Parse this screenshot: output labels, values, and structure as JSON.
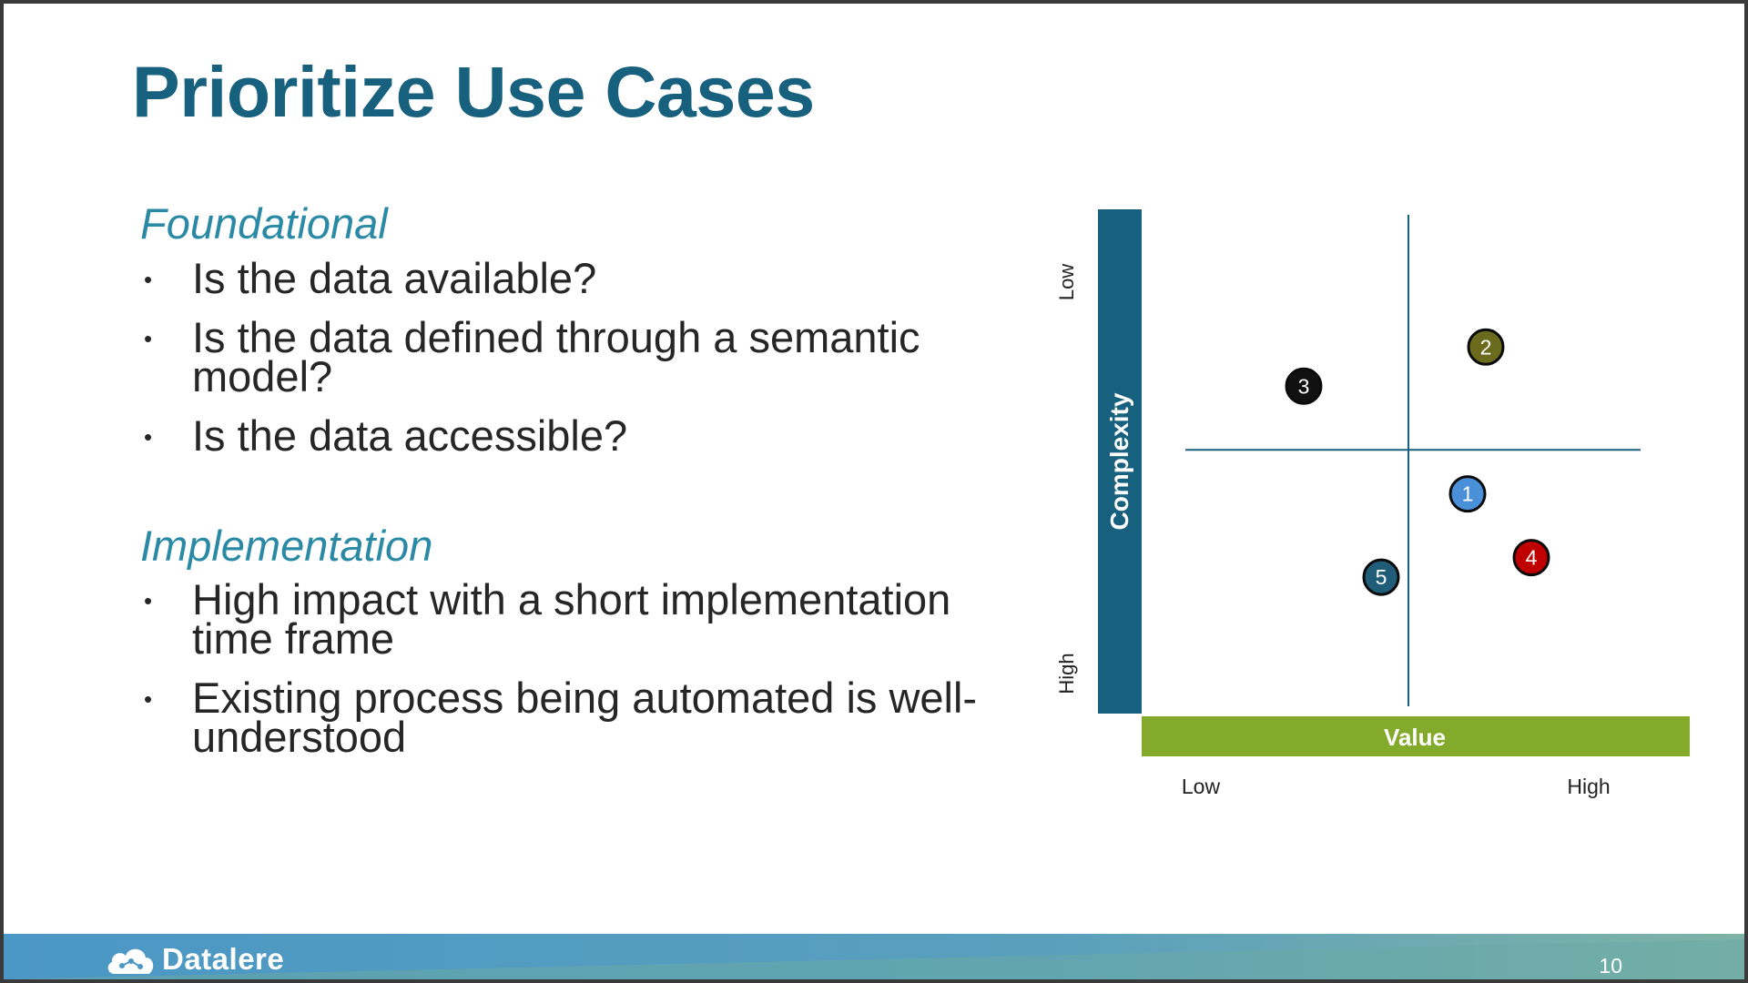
{
  "slide": {
    "title": "Prioritize Use Cases",
    "sections": [
      {
        "heading": "Foundational",
        "bullets": [
          "Is the data available?",
          "Is the data defined through a semantic model?",
          "Is the data accessible?"
        ]
      },
      {
        "heading": "Implementation",
        "bullets": [
          "High impact with a short implementation time frame",
          "Existing process being automated is well-understood"
        ]
      }
    ],
    "bullet_glyph": "•",
    "footer": {
      "brand": "Datalere",
      "page_number": "10"
    },
    "colors": {
      "title": "#17617f",
      "section_heading": "#2a8aa6",
      "complexity_bar": "#17617f",
      "value_bar": "#84aa2b",
      "footer": "#4a97c4"
    }
  },
  "chart_data": {
    "type": "scatter",
    "xlabel": "Value",
    "ylabel": "Complexity",
    "x_ticks": [
      "Low",
      "High"
    ],
    "y_ticks": [
      "Low",
      "High"
    ],
    "x_range": [
      0,
      10
    ],
    "y_range": [
      0,
      10
    ],
    "y_direction": "Low at top, High at bottom",
    "quadrant_divider": {
      "x": 4.9,
      "y": 4.8
    },
    "points": [
      {
        "label": "1",
        "x": 6.2,
        "y": 5.7,
        "color": "#4a90d9"
      },
      {
        "label": "2",
        "x": 6.6,
        "y": 2.7,
        "color": "#6b6b1d"
      },
      {
        "label": "3",
        "x": 2.6,
        "y": 3.5,
        "color": "#111111"
      },
      {
        "label": "4",
        "x": 7.6,
        "y": 7.0,
        "color": "#c00000"
      },
      {
        "label": "5",
        "x": 4.3,
        "y": 7.4,
        "color": "#1f5d78"
      }
    ]
  }
}
